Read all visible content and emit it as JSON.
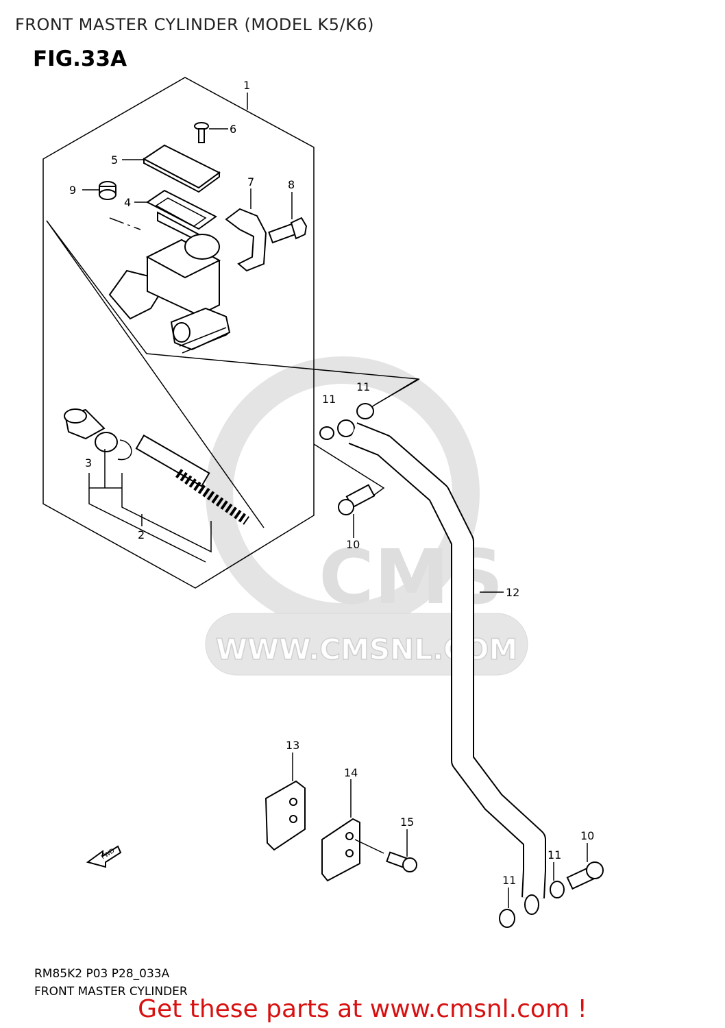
{
  "header": {
    "title": "FRONT MASTER CYLINDER (MODEL K5/K6)",
    "figure": "FIG.33A"
  },
  "watermark": {
    "brand": "CMS",
    "url": "WWW.CMSNL.COM"
  },
  "callouts": {
    "n1": "1",
    "n2": "2",
    "n3": "3",
    "n4": "4",
    "n5": "5",
    "n6": "6",
    "n7": "7",
    "n8": "8",
    "n9": "9",
    "n10a": "10",
    "n10b": "10",
    "n11a": "11",
    "n11b": "11",
    "n11c": "11",
    "n11d": "11",
    "n12": "12",
    "n13": "13",
    "n14": "14",
    "n15": "15"
  },
  "direction_arrow": "FWD",
  "footer": {
    "code": "RM85K2 P03 P28_033A",
    "caption": "FRONT MASTER CYLINDER",
    "cta": "Get these parts at www.cmsnl.com !"
  },
  "colors": {
    "cta": "#d81010",
    "watermark": "#e6e6e6"
  }
}
